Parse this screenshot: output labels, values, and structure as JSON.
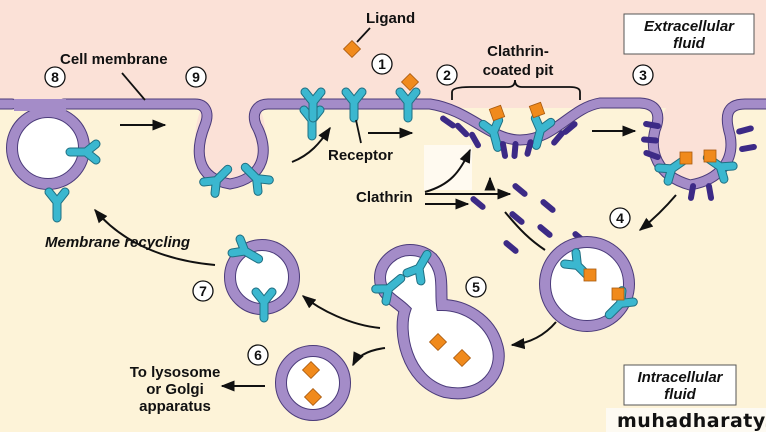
{
  "title": "Receptor-mediated endocytosis",
  "labels": {
    "ligand": "Ligand",
    "cell_membrane": "Cell membrane",
    "clathrin_coated_pit_1": "Clathrin-",
    "clathrin_coated_pit_2": "coated pit",
    "receptor": "Receptor",
    "clathrin": "Clathrin",
    "membrane_recycling": "Membrane recycling",
    "to_lysosome_1": "To lysosome",
    "to_lysosome_2": "or Golgi",
    "to_lysosome_3": "apparatus"
  },
  "regions": {
    "extracellular_1": "Extracellular",
    "extracellular_2": "fluid",
    "intracellular_1": "Intracellular",
    "intracellular_2": "fluid"
  },
  "steps": [
    "1",
    "2",
    "3",
    "4",
    "5",
    "6",
    "7",
    "8",
    "9"
  ],
  "watermark": "muhadharaty.com",
  "colors": {
    "extracellular": "#fbe1d7",
    "intracellular": "#fdf3d8",
    "membrane": "#a48cc8",
    "membrane_edge": "#4b3b7a",
    "receptor": "#3bb7cf",
    "ligand": "#f08a1c",
    "clathrin": "#3c2a86"
  }
}
